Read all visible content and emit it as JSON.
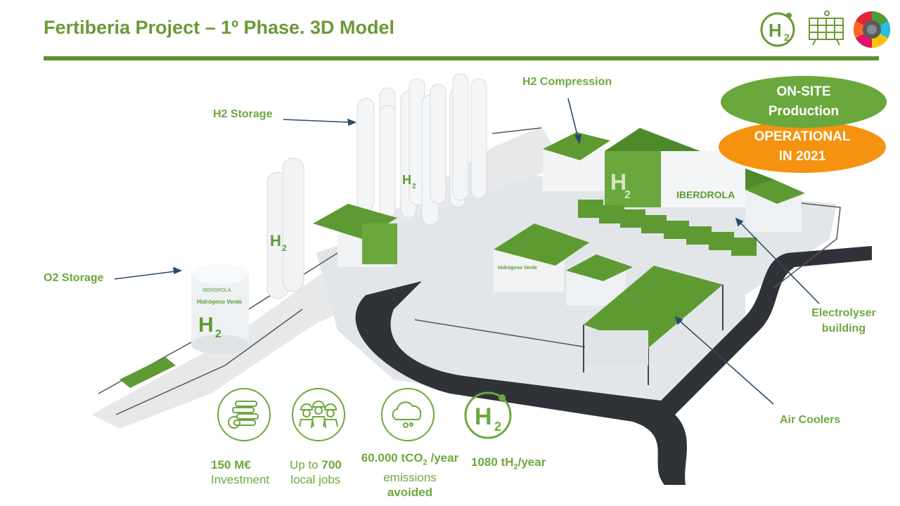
{
  "header": {
    "title": "Fertiberia Project – 1º Phase. 3D Model"
  },
  "logos": {
    "h2_letter": "H",
    "h2_sub": "2"
  },
  "labels": {
    "h2_storage": "H2 Storage",
    "h2_compression": "H2 Compression",
    "o2_storage": "O2 Storage",
    "electrolyser_line1": "Electrolyser",
    "electrolyser_line2": "building",
    "air_coolers": "Air Coolers"
  },
  "badges": {
    "onsite_line1": "ON-SITE",
    "onsite_line2": "Production",
    "operational_line1": "OPERATIONAL",
    "operational_line2": "IN 2021"
  },
  "model": {
    "brand_text": "IBERDROLA",
    "tank_text": "Hidrógeno Verde",
    "h2_letter": "H",
    "h2_sub": "2"
  },
  "kpis": {
    "investment_value": "150 M€",
    "investment_label": "Investment",
    "jobs_prefix": "Up to ",
    "jobs_value": "700",
    "jobs_label": "local jobs",
    "emissions_value": "60.000 tCO",
    "emissions_sub": "2",
    "emissions_unit": " /year",
    "emissions_line2": "emissions",
    "emissions_line3": "avoided",
    "h2_icon_letter": "H",
    "h2_icon_sub": "2",
    "h2_value": "1080 tH",
    "h2_sub": "2",
    "h2_unit": "/year"
  },
  "colors": {
    "title_green": "#6a9a36",
    "label_green": "#6ca83e",
    "roof_green": "#5e9a32",
    "pill_green": "#6aa83d",
    "pill_orange": "#f5920f",
    "arrow_blue": "#2b4a6b",
    "road": "#2f3338"
  }
}
